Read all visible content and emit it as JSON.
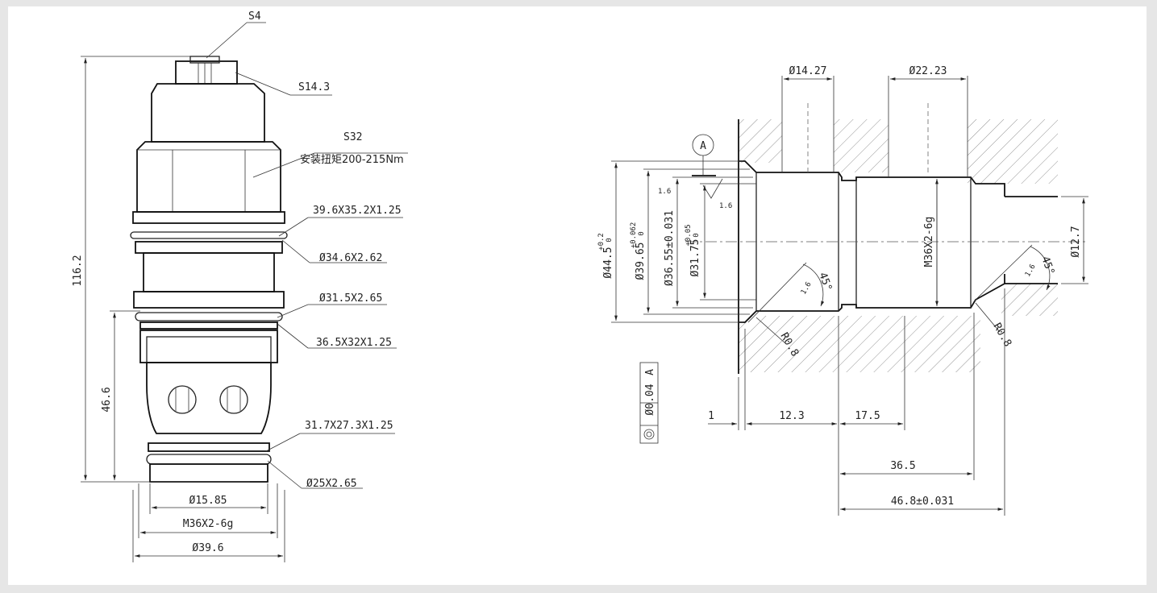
{
  "left_view": {
    "labels": {
      "s4": "S4",
      "s14": "S14.3",
      "s32": "S32",
      "torque": "安装扭矩200-215Nm",
      "oring1": "39.6X35.2X1.25",
      "oring2": "Ø34.6X2.62",
      "oring3": "Ø31.5X2.65",
      "oring4": "36.5X32X1.25",
      "oring5": "31.7X27.3X1.25",
      "oring6": "Ø25X2.65",
      "len_total": "116.2",
      "len_lower": "46.6",
      "dia1": "Ø15.85",
      "thread": "M36X2-6g",
      "dia2": "Ø39.6"
    }
  },
  "right_view": {
    "labels": {
      "d1427": "Ø14.27",
      "d2223": "Ø22.23",
      "datum": "A",
      "r16a": "1.6",
      "r16b": "1.6",
      "r16c": "1.6",
      "r16d": "1.6",
      "d445": "Ø44.5",
      "d445_tol_up": "+0.2",
      "d445_tol_lo": "0",
      "d3965": "Ø39.65",
      "d3965_tol_up": "+0.062",
      "d3965_tol_lo": "0",
      "d3655": "Ø36.55±0.031",
      "d3175": "Ø31.75",
      "d3175_tol_up": "+0.05",
      "d3175_tol_lo": "0",
      "thread": "M36X2-6g",
      "d127": "Ø12.7",
      "ang1": "45°",
      "ang2": "45°",
      "r08a": "R0.8",
      "r08b": "R0.8",
      "tol_frame": "Ø0.04",
      "tol_datum": "A",
      "l1": "1",
      "l123": "12.3",
      "l175": "17.5",
      "l365": "36.5",
      "l468": "46.8±0.031"
    }
  }
}
